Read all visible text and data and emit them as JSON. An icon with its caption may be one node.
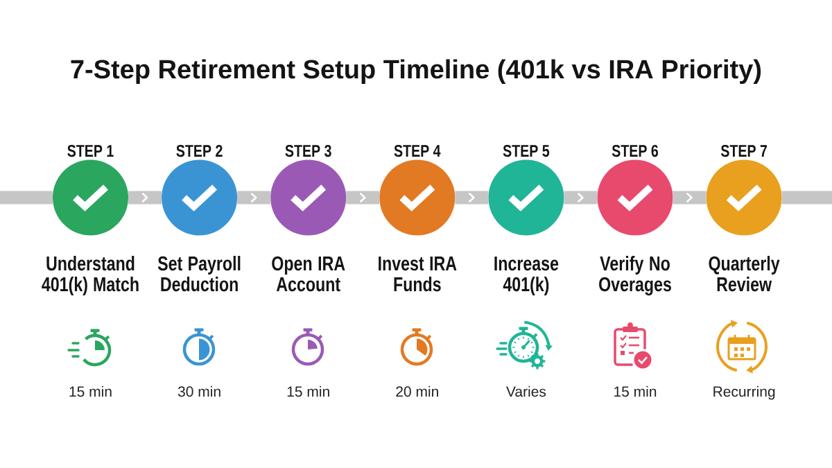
{
  "diagram": {
    "title": "7-Step Retirement Setup Timeline (401k vs IRA Priority)",
    "nodes": [
      {
        "text": [
          "STEP 1",
          "Understand 401(k) Match"
        ]
      },
      {
        "text": [
          "STEP 2",
          "Set Payroll Deduction"
        ]
      },
      {
        "text": [
          "STEP 3",
          "Open IRA Account"
        ]
      },
      {
        "text": [
          "STEP 4",
          "Invest IRA Funds"
        ]
      },
      {
        "text": [
          "STEP 5",
          "Increase 401(k)"
        ]
      },
      {
        "text": [
          "STEP 6",
          "Verify No Overages"
        ]
      },
      {
        "text": [
          "STEP 7",
          "Quarterly Review"
        ]
      }
    ],
    "edges": [
      {
        "from": 0,
        "to": 1,
        "arrow": "to"
      },
      {
        "from": 1,
        "to": 2,
        "arrow": "to"
      },
      {
        "from": 2,
        "to": 3,
        "arrow": "to"
      },
      {
        "from": 3,
        "to": 4,
        "arrow": "to"
      },
      {
        "from": 4,
        "to": 5,
        "arrow": "to"
      },
      {
        "from": 5,
        "to": 6,
        "arrow": "to"
      },
      {
        "from": null,
        "to": 0,
        "arrow": "none"
      },
      {
        "from": 6,
        "to": null,
        "arrow": "none"
      }
    ],
    "labels": [
      "15 min",
      "30 min",
      "15 min",
      "20 min",
      "Varies",
      "15 min",
      "Recurring"
    ]
  }
}
